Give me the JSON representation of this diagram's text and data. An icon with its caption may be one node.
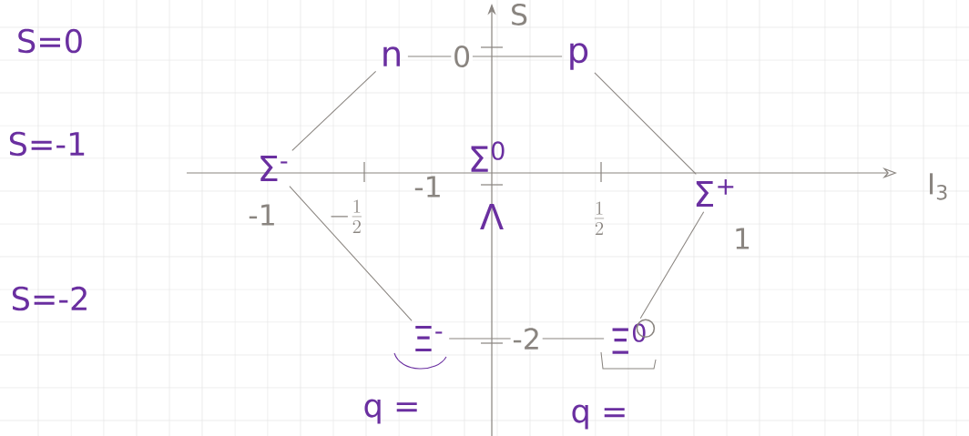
{
  "diagram": {
    "nodes": [
      {
        "text": [
          "n"
        ]
      },
      {
        "text": [
          "p"
        ]
      },
      {
        "text": [
          "Σ$^{-}$"
        ]
      },
      {
        "text": [
          "Σ$^{0}$"
        ]
      },
      {
        "text": [
          "Λ"
        ]
      },
      {
        "text": [
          "Σ$^{+}$"
        ]
      },
      {
        "text": [
          "Ξ$^{-}$"
        ]
      },
      {
        "text": [
          "Ξ$^{0}$"
        ]
      }
    ],
    "edges": [
      {
        "from": 0,
        "to": 1,
        "arrow": "none",
        "label": "0"
      },
      {
        "from": 2,
        "to": 0,
        "arrow": "none"
      },
      {
        "from": 1,
        "to": 5,
        "arrow": "none"
      },
      {
        "from": 2,
        "to": 6,
        "arrow": "none"
      },
      {
        "from": 5,
        "to": 7,
        "arrow": "none"
      },
      {
        "from": 6,
        "to": 7,
        "arrow": "none",
        "label": "-2"
      }
    ],
    "labels": [
      "S",
      "S=0",
      "S=-1",
      "-1",
      "-\\frac{1}{2}",
      "-1",
      "\\frac{1}{2}",
      "I$_{3}$",
      "1",
      "S=-2",
      "q =",
      "q ="
    ]
  }
}
